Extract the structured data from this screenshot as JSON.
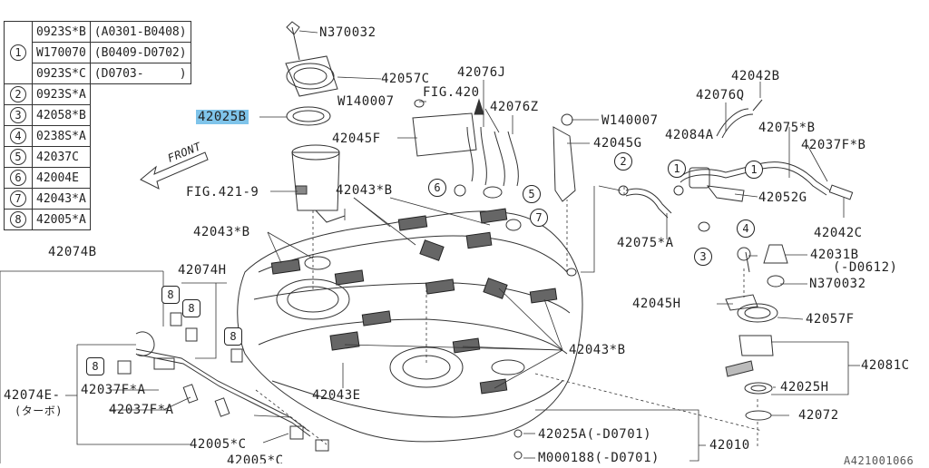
{
  "legend": [
    {
      "num": "1",
      "part": "0923S*B",
      "range": "(A0301-B0408)"
    },
    {
      "num": "",
      "part": "W170070",
      "range": "(B0409-D0702)"
    },
    {
      "num": "",
      "part": "0923S*C",
      "range": "(D0703-     )"
    },
    {
      "num": "2",
      "part": "0923S*A",
      "range": ""
    },
    {
      "num": "3",
      "part": "42058*B",
      "range": ""
    },
    {
      "num": "4",
      "part": "0238S*A",
      "range": ""
    },
    {
      "num": "5",
      "part": "42037C",
      "range": ""
    },
    {
      "num": "6",
      "part": "42004E",
      "range": ""
    },
    {
      "num": "7",
      "part": "42043*A",
      "range": ""
    },
    {
      "num": "8",
      "part": "42005*A",
      "range": ""
    }
  ],
  "labels": {
    "n370032_top": "N370032",
    "p42057c": "42057C",
    "w140007_left": "W140007",
    "p42025b": "42025B",
    "p42045f": "42045F",
    "front": "FRONT",
    "fig421": "FIG.421-9",
    "p42043b_a": "42043*B",
    "p42043b_b": "42043*B",
    "p42043b_c": "42043*B",
    "p42074b": "42074B",
    "p42074h": "42074H",
    "p42076j": "42076J",
    "fig420": "FIG.420",
    "p42076z": "42076Z",
    "w140007_right": "W140007",
    "p42045g": "42045G",
    "p42042b": "42042B",
    "p42076q": "42076Q",
    "p42084a": "42084A",
    "p42075b": "42075*B",
    "p42037fb": "42037F*B",
    "p42052g": "42052G",
    "p42042c": "42042C",
    "p42075a": "42075*A",
    "p42031b": "42031B",
    "p42031b_range": "(-D0612)",
    "n370032_right": "N370032",
    "p42045h": "42045H",
    "p42057f": "42057F",
    "p42081c": "42081C",
    "p42025h": "42025H",
    "p42072": "42072",
    "p42043e": "42043E",
    "p42074e": "42074E-",
    "p42074e_sub": "(ターボ)",
    "p42037fa_1": "42037F*A",
    "p42037fa_2": "42037F*A",
    "p42005c": "42005*C",
    "p42005bottom": "42005*C",
    "p42025a": "42025A(-D0701)",
    "m000188": "M000188(-D0701)",
    "p42010": "42010",
    "code": "A421001066"
  },
  "callouts": [
    "1",
    "2",
    "3",
    "4",
    "5",
    "6",
    "7",
    "8"
  ]
}
